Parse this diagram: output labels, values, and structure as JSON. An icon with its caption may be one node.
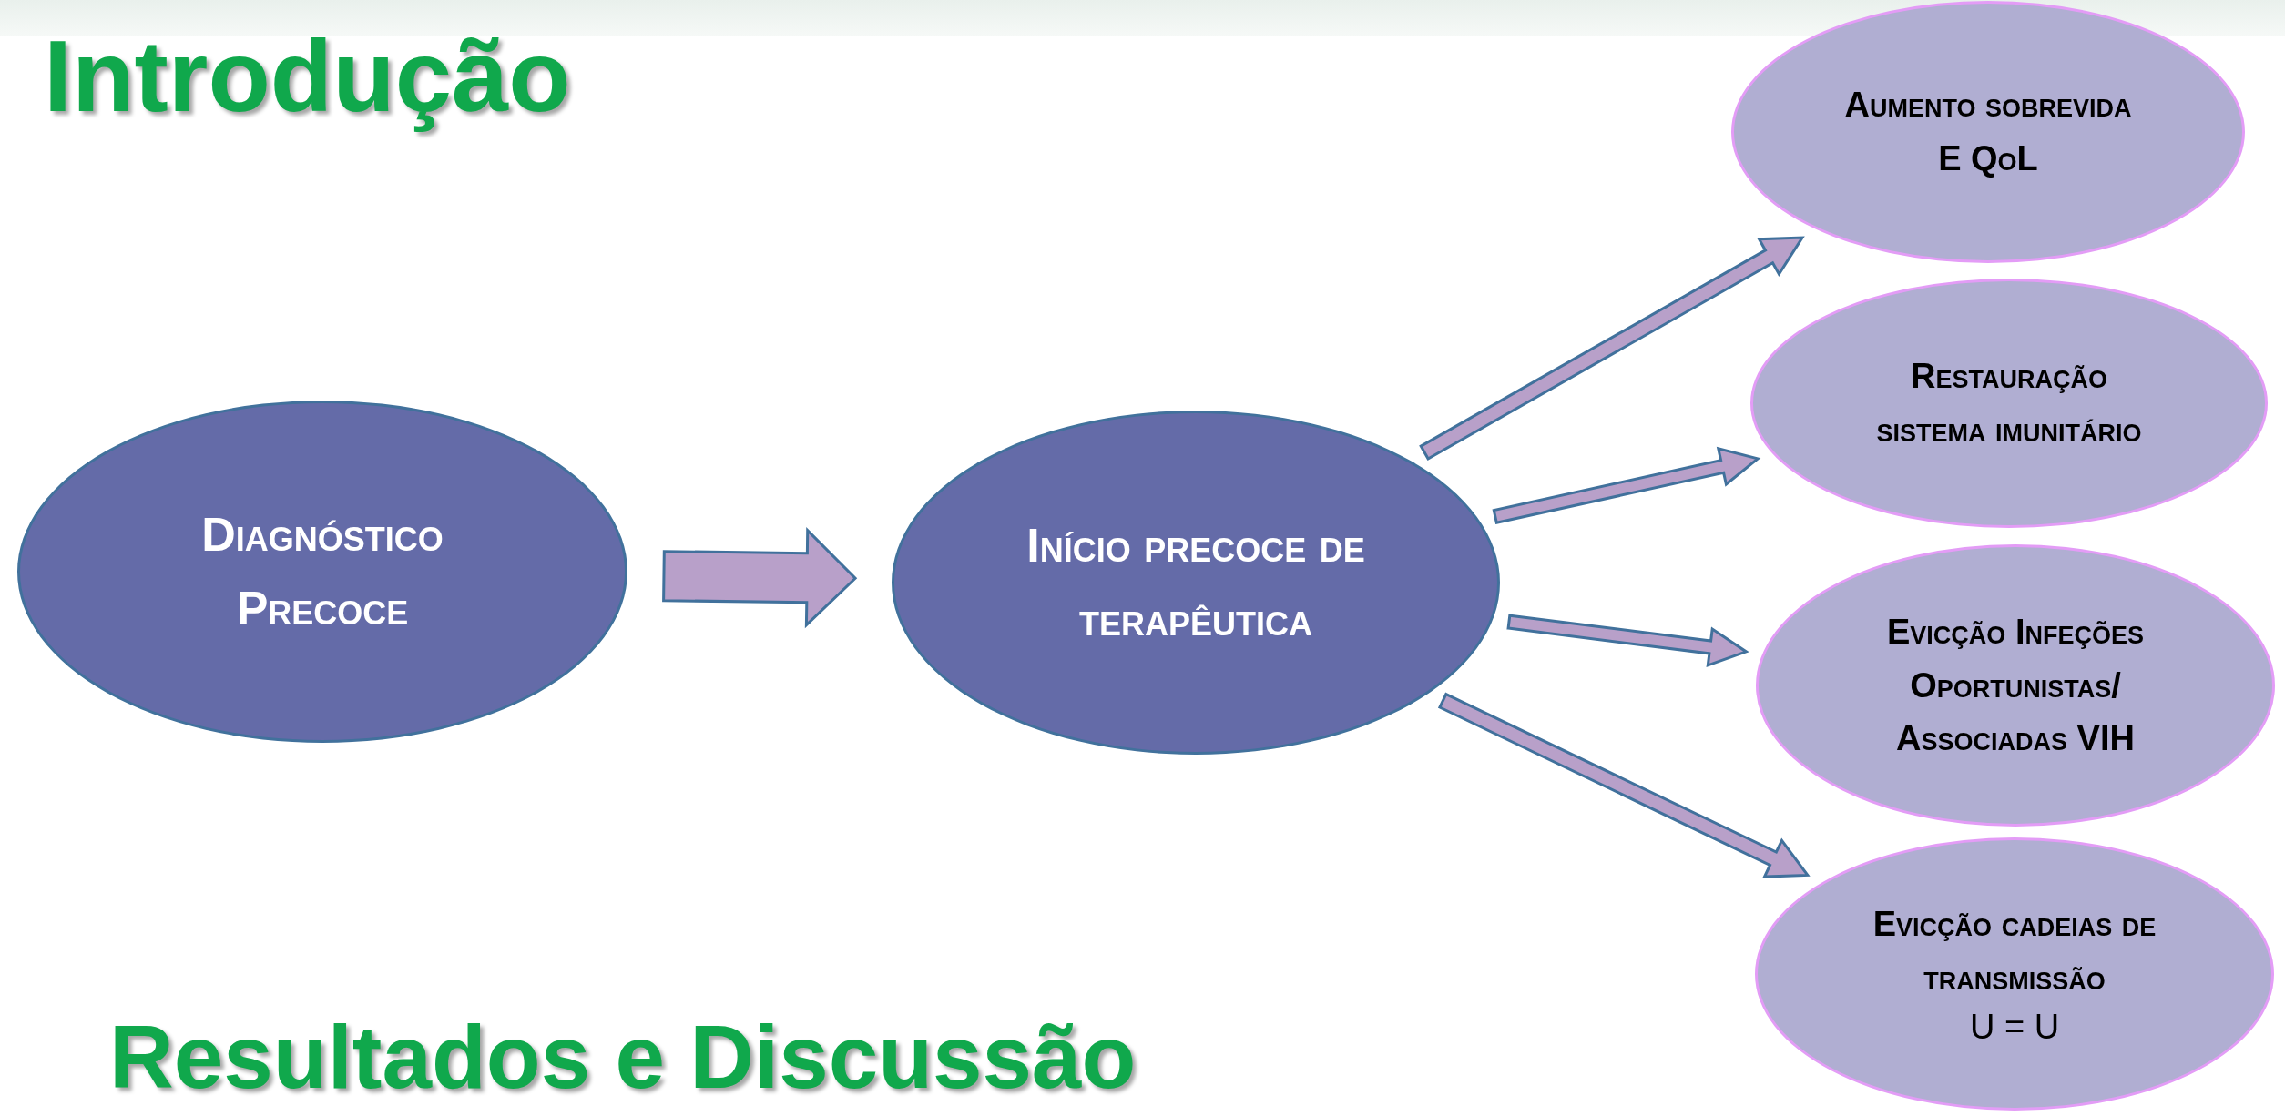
{
  "diagram": {
    "title": "Introdução",
    "nodes": [
      {
        "text": [
          "Diagnóstico Precoce"
        ]
      },
      {
        "text": [
          "Início precoce de terapêutica"
        ]
      },
      {
        "text": [
          "Aumento sobrevida E QoL"
        ]
      },
      {
        "text": [
          "Restauração sistema imunitário"
        ]
      },
      {
        "text": [
          "Evicção Infeções Oportunistas/ Associadas VIH"
        ]
      },
      {
        "text": [
          "Evicção cadeias de transmissão",
          "U = U"
        ]
      }
    ],
    "edges": [
      {
        "from": 0,
        "to": 1,
        "arrow": "to"
      },
      {
        "from": 1,
        "to": 2,
        "arrow": "to"
      },
      {
        "from": 1,
        "to": 3,
        "arrow": "to"
      },
      {
        "from": 1,
        "to": 4,
        "arrow": "to"
      },
      {
        "from": 1,
        "to": 5,
        "arrow": "to"
      }
    ],
    "labels": [
      "Resultados e Discussão"
    ]
  }
}
